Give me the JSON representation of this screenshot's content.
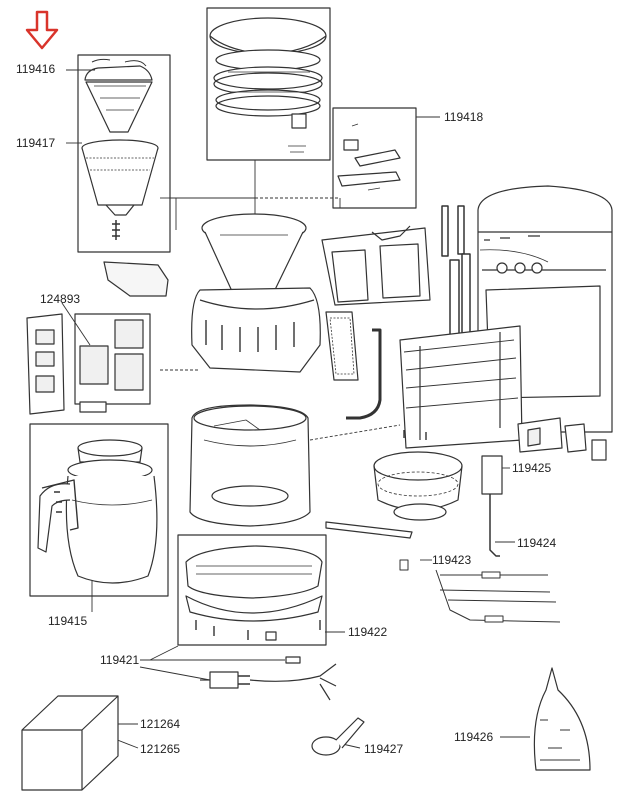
{
  "colors": {
    "line": "#333333",
    "accent": "#d9342b",
    "panel": "#f0f0f0"
  },
  "icons": {
    "indicator": "down-arrow-icon"
  },
  "labels": {
    "p119416": "119416",
    "p119417": "119417",
    "p119418": "119418",
    "p124893": "124893",
    "p119425": "119425",
    "p119424": "119424",
    "p119423": "119423",
    "p119415": "119415",
    "p119422": "119422",
    "p119421": "119421",
    "p121264": "121264",
    "p121265": "121265",
    "p119427": "119427",
    "p119426": "119426"
  }
}
